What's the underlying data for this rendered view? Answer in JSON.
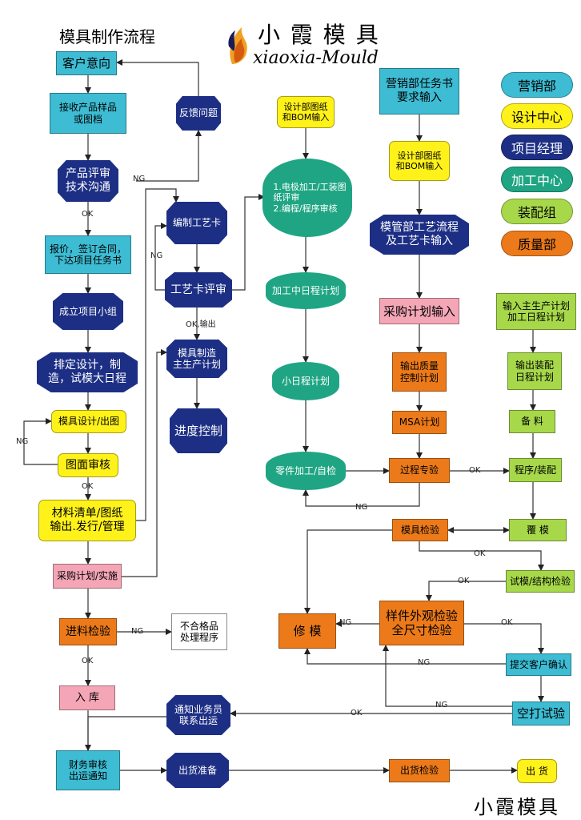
{
  "header": {
    "page_title": "模具制作流程",
    "brand_cn": "小 霞 模 具",
    "brand_en": "xiaoxia-Mould",
    "footer": "小霞模具"
  },
  "legend": [
    {
      "label": "营销部",
      "color": "#3dbcd3"
    },
    {
      "label": "设计中心",
      "color": "#fff21a"
    },
    {
      "label": "项目经理",
      "color": "#1d2f85"
    },
    {
      "label": "加工中心",
      "color": "#1fa583"
    },
    {
      "label": "装配组",
      "color": "#a7d84a"
    },
    {
      "label": "质量部",
      "color": "#ec7a1a"
    }
  ],
  "nodes": {
    "kehu": "客户意向",
    "jieshou": "接收产品样品\n或图档",
    "pingshen": "产品评审\n技术沟通",
    "baojia": "报价，签订合同，\n下达项目任务书",
    "xiaozu": "成立项目小组",
    "paiding": "排定设计，制\n造，试模大日程",
    "sheji": "模具设计/出图",
    "tumian": "图面审核",
    "cailiao": "材料清单/图纸\n输出.发行/管理",
    "caigou": "采购计划/实施",
    "jinliao": "进料检验",
    "buhege": "不合格品\n处理程序",
    "ruku": "入  库",
    "caiwu": "财务审核\n出运通知",
    "fankui": "反馈问题",
    "bianzhi": "编制工艺卡",
    "gongyika": "工艺卡评审",
    "zhizao": "模具制造\n主生产计划",
    "jindu": "进度控制",
    "tongzhi": "通知业务员\n联系出运",
    "chuhuo_zb": "出货准备",
    "bom": "设计部图纸\n和BOM输入",
    "dianji": "1.电极加工/工装图\n纸评审\n2.编程/程序审核",
    "jiagong": "加工中日程计划",
    "xiaorc": "小日程计划",
    "lingjian": "零件加工/自检",
    "yingxiao": "营销部任务书\n要求输入",
    "bom2": "设计部图纸\n和BOM输入",
    "moguan": "模管部工艺流程\n及工艺卡输入",
    "caigou2": "采购计划输入",
    "zhiliang": "输出质量\n控制计划",
    "msa": "MSA计划",
    "guocheng": "过程专验",
    "mojujy": "模具检验",
    "xiumo": "修  模",
    "yangjian": "样件外观检验\n全尺寸检验",
    "chuhuojy": "出货检验",
    "shuru": "输入主生产计划\n加工日程计划",
    "zhuangpei_rc": "输出装配\n日程计划",
    "beiliao": "备  料",
    "chengxu": "程序/装配",
    "fumo": "覆  模",
    "shimo": "试模/结构检验",
    "tijiao": "提交客户确认",
    "kongda": "空打试验",
    "chuhuo": "出  货"
  },
  "edge_labels": {
    "ng": "NG",
    "ok": "OK",
    "ok_out": "OK,输出"
  }
}
